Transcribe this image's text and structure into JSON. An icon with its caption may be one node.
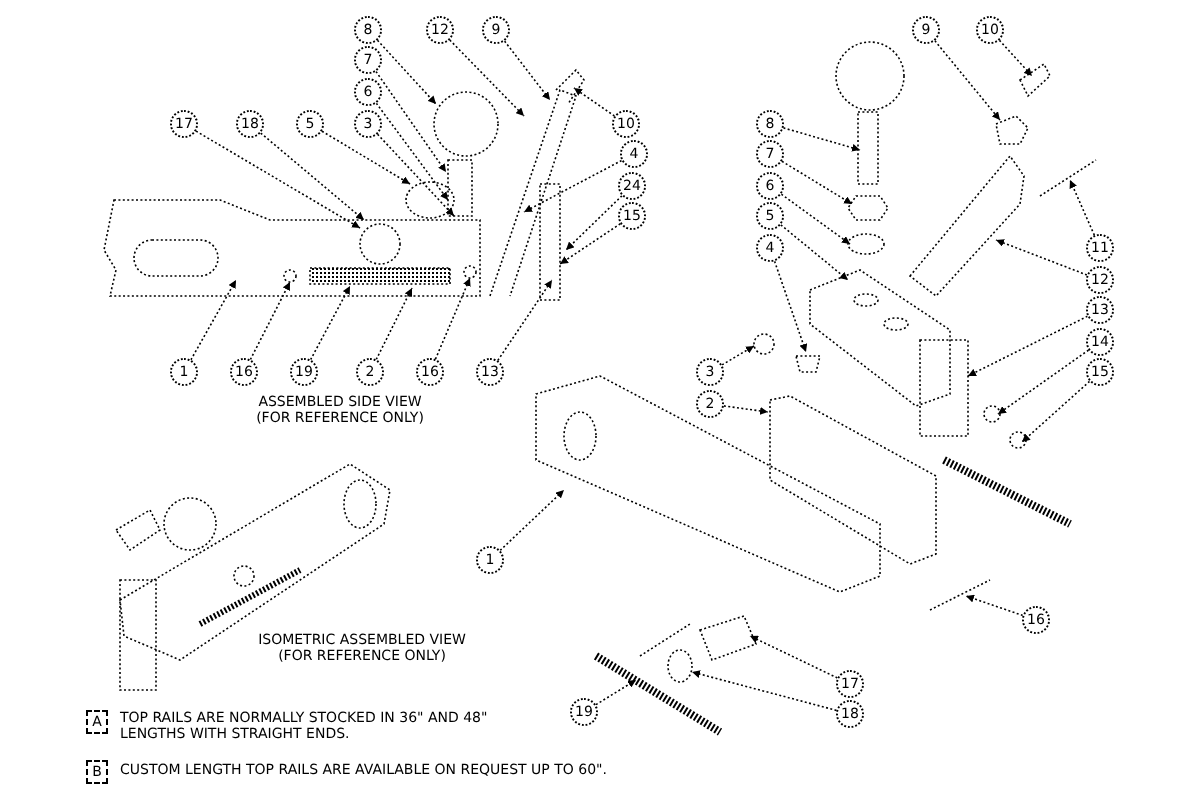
{
  "diagram": {
    "nodes": [
      {
        "text": [
          "8"
        ]
      },
      {
        "text": [
          "12"
        ]
      },
      {
        "text": [
          "9"
        ]
      },
      {
        "text": [
          "7"
        ]
      },
      {
        "text": [
          "6"
        ]
      },
      {
        "text": [
          "17"
        ]
      },
      {
        "text": [
          "18"
        ]
      },
      {
        "text": [
          "5"
        ]
      },
      {
        "text": [
          "3"
        ]
      },
      {
        "text": [
          "10"
        ]
      },
      {
        "text": [
          "4"
        ]
      },
      {
        "text": [
          "24"
        ]
      },
      {
        "text": [
          "15"
        ]
      },
      {
        "text": [
          "1"
        ]
      },
      {
        "text": [
          "16"
        ]
      },
      {
        "text": [
          "19"
        ]
      },
      {
        "text": [
          "2"
        ]
      },
      {
        "text": [
          "16"
        ]
      },
      {
        "text": [
          "13"
        ]
      },
      {
        "text": [
          "9"
        ]
      },
      {
        "text": [
          "10"
        ]
      },
      {
        "text": [
          "8"
        ]
      },
      {
        "text": [
          "7"
        ]
      },
      {
        "text": [
          "6"
        ]
      },
      {
        "text": [
          "5"
        ]
      },
      {
        "text": [
          "4"
        ]
      },
      {
        "text": [
          "11"
        ]
      },
      {
        "text": [
          "12"
        ]
      },
      {
        "text": [
          "13"
        ]
      },
      {
        "text": [
          "14"
        ]
      },
      {
        "text": [
          "15"
        ]
      },
      {
        "text": [
          "3"
        ]
      },
      {
        "text": [
          "2"
        ]
      },
      {
        "text": [
          "1"
        ]
      },
      {
        "text": [
          "16"
        ]
      },
      {
        "text": [
          "17"
        ]
      },
      {
        "text": [
          "18"
        ]
      },
      {
        "text": [
          "19"
        ]
      }
    ],
    "edges": [
      {
        "from": 0,
        "to": null,
        "arrow": "to"
      },
      {
        "from": 1,
        "to": null,
        "arrow": "to"
      },
      {
        "from": 2,
        "to": null,
        "arrow": "to"
      },
      {
        "from": 3,
        "to": null,
        "arrow": "to"
      },
      {
        "from": 4,
        "to": null,
        "arrow": "to"
      },
      {
        "from": 5,
        "to": null,
        "arrow": "to"
      },
      {
        "from": 6,
        "to": null,
        "arrow": "to"
      },
      {
        "from": 7,
        "to": null,
        "arrow": "to"
      },
      {
        "from": 8,
        "to": null,
        "arrow": "to"
      },
      {
        "from": 9,
        "to": null,
        "arrow": "to"
      },
      {
        "from": 10,
        "to": null,
        "arrow": "to"
      },
      {
        "from": 11,
        "to": null,
        "arrow": "to"
      },
      {
        "from": 12,
        "to": null,
        "arrow": "to"
      },
      {
        "from": 13,
        "to": null,
        "arrow": "to"
      },
      {
        "from": 14,
        "to": null,
        "arrow": "to"
      },
      {
        "from": 15,
        "to": null,
        "arrow": "to"
      },
      {
        "from": 16,
        "to": null,
        "arrow": "to"
      },
      {
        "from": 17,
        "to": null,
        "arrow": "to"
      },
      {
        "from": 18,
        "to": null,
        "arrow": "to"
      },
      {
        "from": 19,
        "to": null,
        "arrow": "to"
      },
      {
        "from": 20,
        "to": null,
        "arrow": "to"
      },
      {
        "from": 21,
        "to": null,
        "arrow": "to"
      },
      {
        "from": 22,
        "to": null,
        "arrow": "to"
      },
      {
        "from": 23,
        "to": null,
        "arrow": "to"
      },
      {
        "from": 24,
        "to": null,
        "arrow": "to"
      },
      {
        "from": 25,
        "to": null,
        "arrow": "to"
      },
      {
        "from": 26,
        "to": null,
        "arrow": "to"
      },
      {
        "from": 27,
        "to": null,
        "arrow": "to"
      },
      {
        "from": 28,
        "to": null,
        "arrow": "to"
      },
      {
        "from": 29,
        "to": null,
        "arrow": "to"
      },
      {
        "from": 30,
        "to": null,
        "arrow": "to"
      },
      {
        "from": 31,
        "to": null,
        "arrow": "to"
      },
      {
        "from": 32,
        "to": null,
        "arrow": "to"
      },
      {
        "from": 33,
        "to": null,
        "arrow": "to"
      },
      {
        "from": 34,
        "to": null,
        "arrow": "to"
      },
      {
        "from": 35,
        "to": null,
        "arrow": "to"
      },
      {
        "from": 36,
        "to": null,
        "arrow": "to"
      },
      {
        "from": 37,
        "to": null,
        "arrow": "to"
      }
    ],
    "labels": [
      "ASSEMBLED SIDE VIEW (FOR REFERENCE ONLY)",
      "ISOMETRIC ASSEMBLED VIEW (FOR REFERENCE ONLY)",
      "A",
      "TOP RAILS ARE NORMALLY STOCKED IN 36\" AND 48\" LENGTHS WITH STRAIGHT ENDS.",
      "B",
      "CUSTOM LENGTH TOP RAILS ARE AVAILABLE ON REQUEST UP TO 60\"."
    ]
  }
}
